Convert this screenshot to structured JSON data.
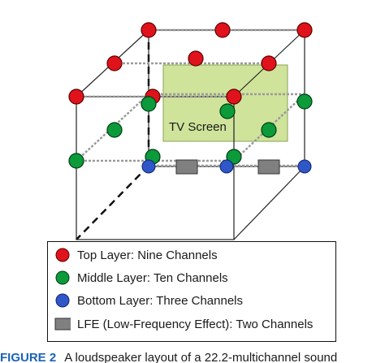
{
  "diagram": {
    "tv_screen_label": "TV Screen"
  },
  "colors": {
    "top_layer": "#e0131c",
    "middle_layer": "#0c9a3a",
    "bottom_layer": "#2f57c8",
    "lfe": "#808080",
    "tv_screen": "#cfe39a"
  },
  "legend": {
    "items": [
      {
        "label": "Top Layer: Nine Channels",
        "icon": "red-circle"
      },
      {
        "label": "Middle Layer: Ten Channels",
        "icon": "green-circle"
      },
      {
        "label": "Bottom Layer: Three Channels",
        "icon": "blue-circle"
      },
      {
        "label": "LFE (Low-Frequency Effect): Two Channels",
        "icon": "gray-rectangle"
      }
    ]
  },
  "caption": {
    "label": "FIGURE 2",
    "text": "A loudspeaker layout of a 22.2-multichannel sound"
  }
}
